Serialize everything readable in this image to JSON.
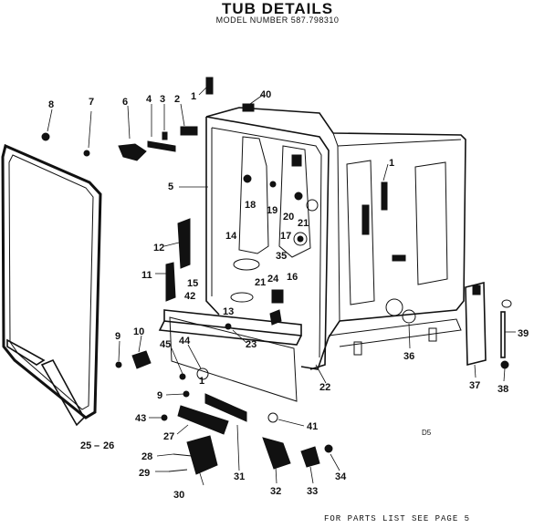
{
  "title": "TUB DETAILS",
  "subtitle": "MODEL NUMBER 587.798310",
  "footer": "FOR PARTS LIST SEE PAGE 5",
  "diagram_code": "D5",
  "callouts": {
    "p1a": "1",
    "p1b": "1",
    "p1c": "1",
    "p2": "2",
    "p3": "3",
    "p4": "4",
    "p5": "5",
    "p6": "6",
    "p7": "7",
    "p8": "8",
    "p9a": "9",
    "p9b": "9",
    "p10": "10",
    "p11": "11",
    "p12": "12",
    "p13": "13",
    "p14": "14",
    "p15": "15",
    "p16": "16",
    "p17": "17",
    "p18": "18",
    "p19": "19",
    "p20": "20",
    "p21a": "21",
    "p21b": "21",
    "p22": "22",
    "p23": "23",
    "p24": "24",
    "p25": "25",
    "p26": "26",
    "p27": "27",
    "p28": "28",
    "p29": "29",
    "p30": "30",
    "p31": "31",
    "p32": "32",
    "p33": "33",
    "p34": "34",
    "p35": "35",
    "p36": "36",
    "p37": "37",
    "p38": "38",
    "p39": "39",
    "p40": "40",
    "p41": "41",
    "p42": "42",
    "p43": "43",
    "p44": "44",
    "p45": "45"
  }
}
